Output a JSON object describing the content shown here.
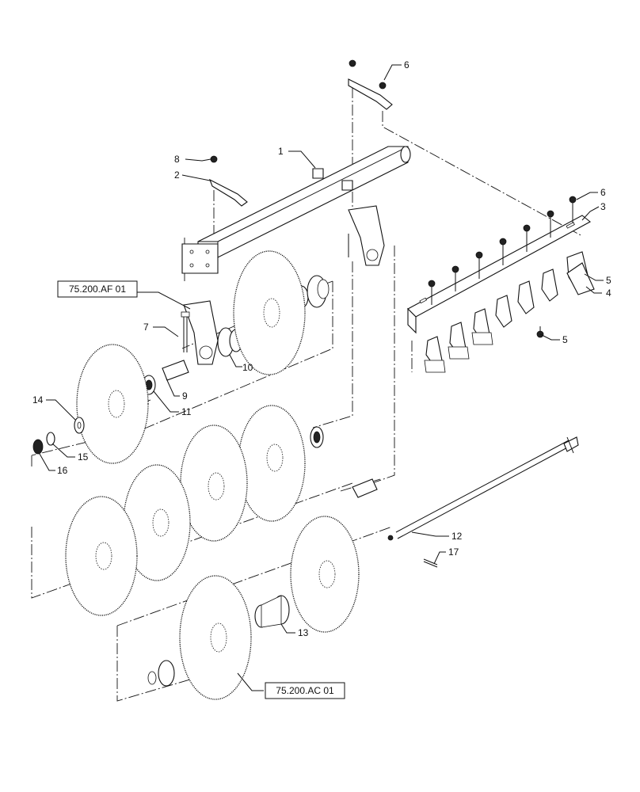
{
  "callouts": [
    {
      "id": "c1",
      "label": "1"
    },
    {
      "id": "c2",
      "label": "2"
    },
    {
      "id": "c3",
      "label": "3"
    },
    {
      "id": "c4",
      "label": "4"
    },
    {
      "id": "c5a",
      "label": "5"
    },
    {
      "id": "c5b",
      "label": "5"
    },
    {
      "id": "c6a",
      "label": "6"
    },
    {
      "id": "c6b",
      "label": "6"
    },
    {
      "id": "c7",
      "label": "7"
    },
    {
      "id": "c8",
      "label": "8"
    },
    {
      "id": "c9",
      "label": "9"
    },
    {
      "id": "c10",
      "label": "10"
    },
    {
      "id": "c11",
      "label": "11"
    },
    {
      "id": "c12",
      "label": "12"
    },
    {
      "id": "c13",
      "label": "13"
    },
    {
      "id": "c14",
      "label": "14"
    },
    {
      "id": "c15",
      "label": "15"
    },
    {
      "id": "c16",
      "label": "16"
    },
    {
      "id": "c17",
      "label": "17"
    }
  ],
  "references": {
    "bearing_hanger_ref": "75.200.AF 01",
    "disc_gang_ref": "75.200.AC 01"
  }
}
